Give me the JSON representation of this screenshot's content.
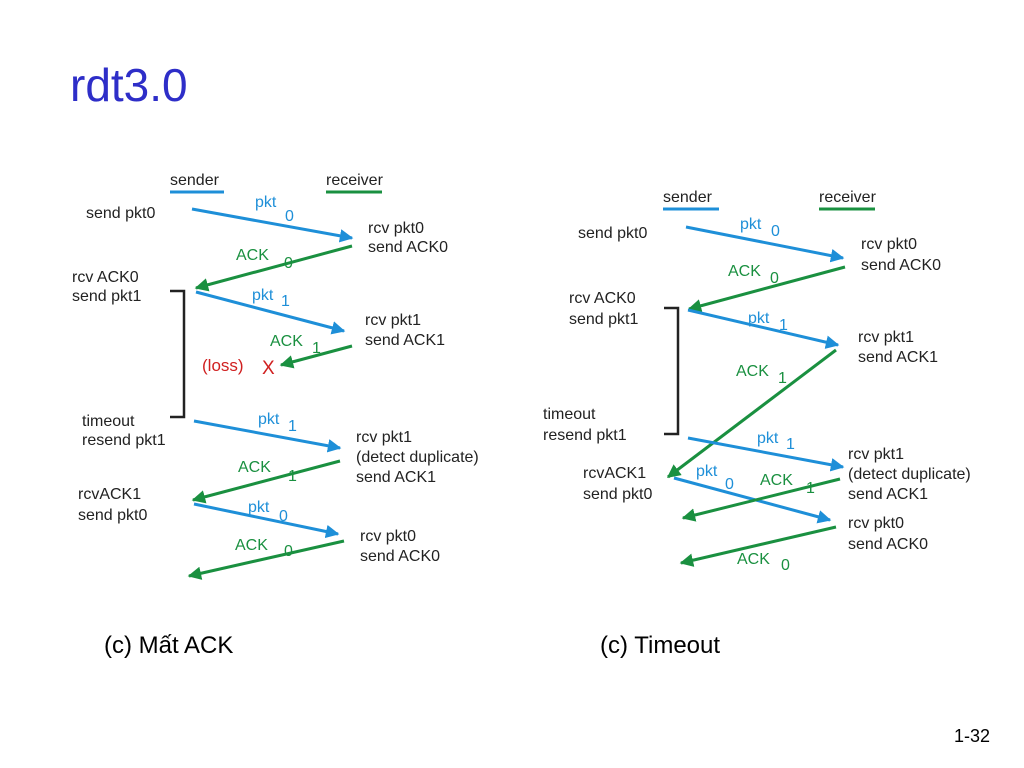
{
  "title": "rdt3.0",
  "slide_number": "1-32",
  "colors": {
    "title": "#2e2ec8",
    "pkt": "#1e8fd8",
    "ack": "#1a9040",
    "loss": "#d02020",
    "text": "#222222"
  },
  "left": {
    "caption": "(c) Mất ACK",
    "sender_label": "sender",
    "receiver_label": "receiver",
    "send_pkt0": "send pkt0",
    "pkt0": "pkt",
    "pkt0_num": "0",
    "rcv_pkt0": "rcv pkt0",
    "send_ack0": "send ACK0",
    "ack0": "ACK",
    "ack0_num": "0",
    "rcv_ack0": "rcv ACK0",
    "send_pkt1": "send pkt1",
    "pkt1": "pkt",
    "pkt1_num": "1",
    "rcv_pkt1": "rcv pkt1",
    "send_ack1": "send ACK1",
    "ack1": "ACK",
    "ack1_num": "1",
    "loss": "(loss)",
    "loss_x": "X",
    "timeout": "timeout",
    "resend_pkt1": "resend pkt1",
    "pkt1b": "pkt",
    "pkt1b_num": "1",
    "rcv_pkt1b": "rcv pkt1",
    "detect_dup": "(detect duplicate)",
    "send_ack1b": "send ACK1",
    "ack1b": "ACK",
    "ack1b_num": "1",
    "rcvack1": "rcvACK1",
    "send_pkt0b": "send pkt0",
    "pkt0b": "pkt",
    "pkt0b_num": "0",
    "rcv_pkt0b": "rcv pkt0",
    "send_ack0b": "send ACK0",
    "ack0b": "ACK",
    "ack0b_num": "0"
  },
  "right": {
    "caption": "(c) Timeout",
    "sender_label": "sender",
    "receiver_label": "receiver",
    "send_pkt0": "send pkt0",
    "pkt0": "pkt",
    "pkt0_num": "0",
    "rcv_pkt0": "rcv pkt0",
    "send_ack0": "send ACK0",
    "ack0": "ACK",
    "ack0_num": "0",
    "rcv_ack0": "rcv ACK0",
    "send_pkt1": "send pkt1",
    "pkt1": "pkt",
    "pkt1_num": "1",
    "rcv_pkt1": "rcv pkt1",
    "send_ack1": "send ACK1",
    "ack1": "ACK",
    "ack1_num": "1",
    "timeout": "timeout",
    "resend_pkt1": "resend pkt1",
    "pkt1b": "pkt",
    "pkt1b_num": "1",
    "rcv_pkt1b": "rcv pkt1",
    "detect_dup": "(detect duplicate)",
    "send_ack1b": "send ACK1",
    "rcvack1": "rcvACK1",
    "send_pkt0b": "send pkt0",
    "pkt0b": "pkt",
    "pkt0b_num": "0",
    "ack1b": "ACK",
    "ack1b_num": "1",
    "rcv_pkt0b": "rcv pkt0",
    "send_ack0b": "send ACK0",
    "ack0b": "ACK",
    "ack0b_num": "0"
  }
}
